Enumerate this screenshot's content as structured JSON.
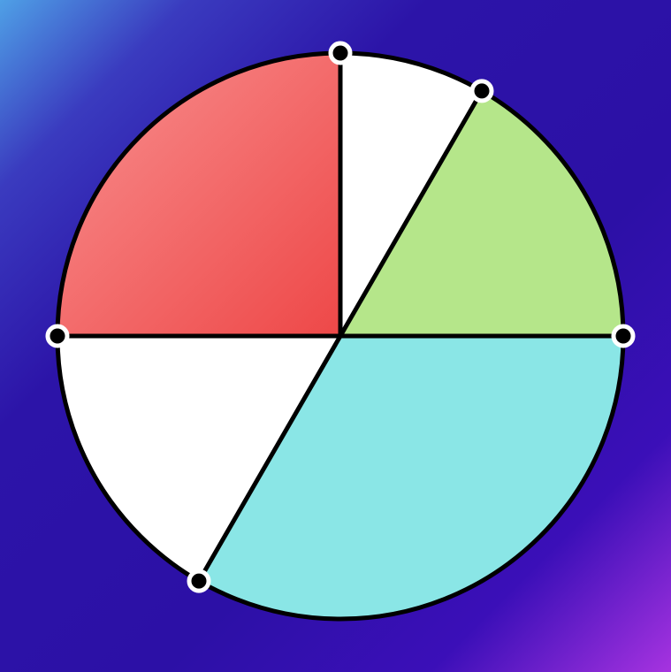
{
  "chart_data": {
    "type": "pie",
    "start_angle_deg": 90,
    "direction": "clockwise",
    "slices": [
      {
        "value": 1,
        "color": "#ffffff"
      },
      {
        "value": 2,
        "color": "#b5e68a"
      },
      {
        "value": 4,
        "color": "#8ae6e6"
      },
      {
        "value": 2,
        "color": "#ffffff"
      },
      {
        "value": 3,
        "color": "#f26b6b",
        "gradient_from": "#f89090",
        "gradient_to": "#ee4848"
      }
    ],
    "boundary_markers": true,
    "outline_color": "#000000"
  }
}
